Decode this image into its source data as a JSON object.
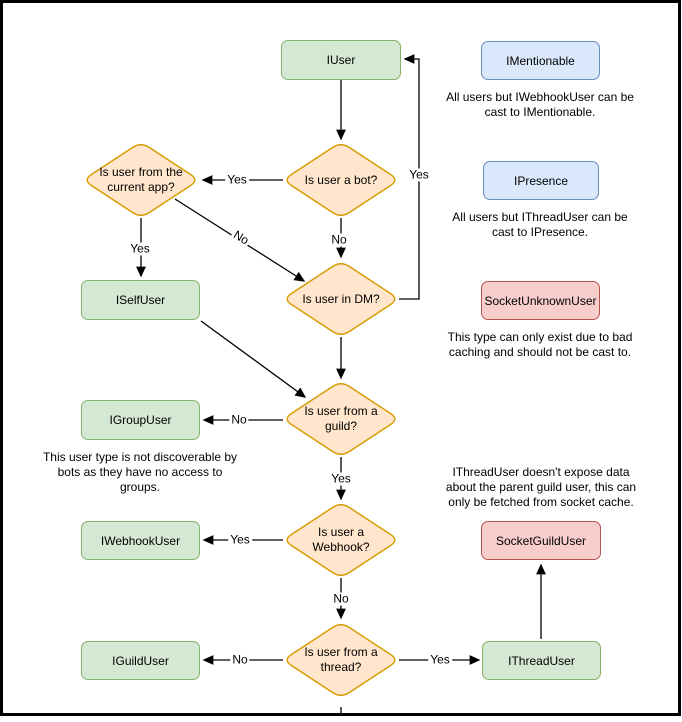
{
  "nodes": {
    "iuser": {
      "label": "IUser"
    },
    "imentionable": {
      "label": "IMentionable"
    },
    "ipresence": {
      "label": "IPresence"
    },
    "socket_unknown_user": {
      "label": "SocketUnknownUser"
    },
    "iself_user": {
      "label": "ISelfUser"
    },
    "igroup_user": {
      "label": "IGroupUser"
    },
    "iwebhook_user": {
      "label": "IWebhookUser"
    },
    "socket_guild_user": {
      "label": "SocketGuildUser"
    },
    "iguild_user": {
      "label": "IGuildUser"
    },
    "ithread_user": {
      "label": "IThreadUser"
    }
  },
  "decisions": {
    "is_bot": {
      "label": "Is user a bot?"
    },
    "from_current_app": {
      "label": "Is user from the\ncurrent app?"
    },
    "in_dm": {
      "label": "Is user in DM?"
    },
    "from_guild": {
      "label": "Is user from a\nguild?"
    },
    "is_webhook": {
      "label": "Is user a\nWebhook?"
    },
    "from_thread": {
      "label": "Is user from a\nthread?"
    }
  },
  "edge_labels": {
    "bot_yes": "Yes",
    "bot_no": "No",
    "app_yes": "Yes",
    "app_no": "No",
    "dm_yes": "Yes",
    "guild_no": "No",
    "guild_yes": "Yes",
    "webhook_yes": "Yes",
    "webhook_no": "No",
    "thread_no": "No",
    "thread_yes": "Yes"
  },
  "annotations": {
    "imentionable": "All users but IWebhookUser can be\ncast to IMentionable.",
    "ipresence": "All users but IThreadUser can be\ncast to IPresence.",
    "socket_unknown": "This type can only exist due to bad\ncaching and should not be cast to.",
    "igroup": "This user type is not discoverable by\nbots as they have no access to\ngroups.",
    "socket_guild": "IThreadUser doesn't expose data\nabout the parent guild user, this can\nonly be fetched from socket cache."
  },
  "colors": {
    "interface_fill": "#d5e8d4",
    "interface_stroke": "#82b366",
    "castable_fill": "#dae8fc",
    "castable_stroke": "#6c8ebf",
    "socket_fill": "#f8cecc",
    "socket_stroke": "#b85450",
    "decision_fill": "#ffe6cc",
    "decision_stroke": "#d79b00",
    "edge": "#000000",
    "background": "#ffffff",
    "border": "#000000"
  }
}
